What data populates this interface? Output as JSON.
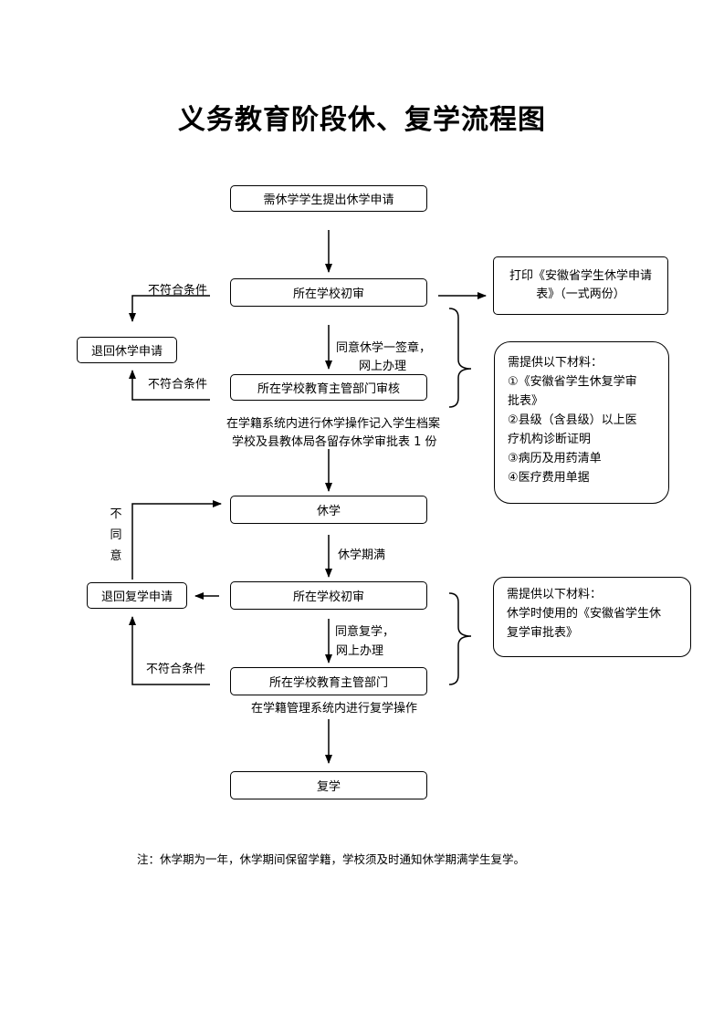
{
  "title": "义务教育阶段休、复学流程图",
  "boxes": {
    "apply": "需休学学生提出休学申请",
    "school_review_1": "所在学校初审",
    "dept_review_1": "所在学校教育主管部门审核",
    "suspend": "休学",
    "school_review_2": "所在学校初审",
    "dept_2": "所在学校教育主管部门",
    "resume": "复学",
    "withdraw_suspend": "退回休学申请",
    "withdraw_resume": "退回复学申请"
  },
  "print_box": {
    "lines": [
      "打印《安徽省学生休学申请",
      "表》（一式两份）"
    ]
  },
  "materials_suspend": {
    "lines": [
      "需提供以下材料：",
      "①《安徽省学生休复学审",
      "批表》",
      "②县级（含县级）以上医",
      "疗机构诊断证明",
      "③病历及用药清单",
      "④医疗费用单据"
    ]
  },
  "materials_resume": {
    "lines": [
      "需提供以下材料：",
      "休学时使用的《安徽省学生休",
      "复学审批表》"
    ]
  },
  "labels": {
    "not_qualified_1": "不符合条件",
    "not_qualified_2": "不符合条件",
    "not_qualified_3": "不符合条件",
    "agree_suspend_line1": "同意休学一签章，",
    "agree_suspend_line2": "网上办理",
    "record_line1": "在学籍系统内进行休学操作记入学生档案",
    "record_line2": "学校及县教体局各留存休学审批表 1 份",
    "suspend_expire": "休学期满",
    "agree_resume_line1": "同意复学，",
    "agree_resume_line2": "网上办理",
    "resume_operation": "在学籍管理系统内进行复学操作",
    "disagree": [
      "不",
      "同",
      "意"
    ]
  },
  "note": "注：休学期为一年，休学期间保留学籍，学校须及时通知休学期满学生复学。"
}
